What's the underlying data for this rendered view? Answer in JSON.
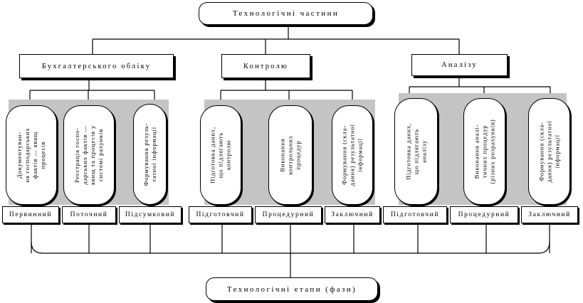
{
  "diagram": {
    "top_title": "Технологічні частини",
    "bottom_title": "Технологічні етапи (фази)",
    "groups": [
      {
        "label": "Бухгалтерського обліку",
        "phases": [
          "Документуван-\nня господарських\nфактів — явищ\nпроцесів",
          "Реєстрація госпо-\nдарських фактів —\nявищ та процесів у\nсистемі рахунків",
          "Формування резуль-\nтатної інформації"
        ],
        "stages": [
          "Первинний",
          "Поточний",
          "Підсумковий"
        ]
      },
      {
        "label": "Контролю",
        "phases": [
          "Підготовка даних,\nщо підлягають\nконтролю",
          "Виконання\nконтрольних\nпроцедур",
          "Формування (скла-\nдання) результатної\nінформації"
        ],
        "stages": [
          "Підготовчий",
          "Процедурний",
          "Заключний"
        ]
      },
      {
        "label": "Аналізу",
        "phases": [
          "Підготовка даних,\nщо підлягають\nаналізу",
          "Виконання аналі-\nтичних процедур\n(різних розрахунків)",
          "Формування (скла-\nдання) результатної\nінформації"
        ],
        "stages": [
          "Підготовчий",
          "Процедурний",
          "Заключний"
        ]
      }
    ]
  }
}
